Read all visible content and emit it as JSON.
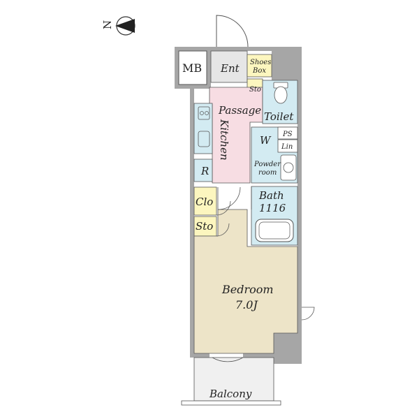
{
  "compass": {
    "letter": "N"
  },
  "rooms": {
    "mb": "MB",
    "ent": "Ent",
    "shoes_box_1": "Shoes",
    "shoes_box_2": "Box",
    "sto_top": "Sto",
    "passage": "Passage",
    "toilet": "Toilet",
    "kitchen": "Kitchen",
    "w": "W",
    "ps": "PS",
    "lin": "Lin",
    "powder_1": "Powder",
    "powder_2": "room",
    "r": "R",
    "bath": "Bath",
    "bath_size": "1116",
    "clo": "Clo",
    "sto_bottom": "Sto",
    "bedroom": "Bedroom",
    "bedroom_size": "7.0J",
    "balcony": "Balcony"
  },
  "colors": {
    "wall": "#a6a6a6",
    "bedroom": "#ede4c8",
    "passage": "#f7dde3",
    "wet": "#d3ebf2",
    "storage": "#fcf6bf",
    "entrance": "#e6e6e6",
    "balcony": "#f0f0f0"
  }
}
